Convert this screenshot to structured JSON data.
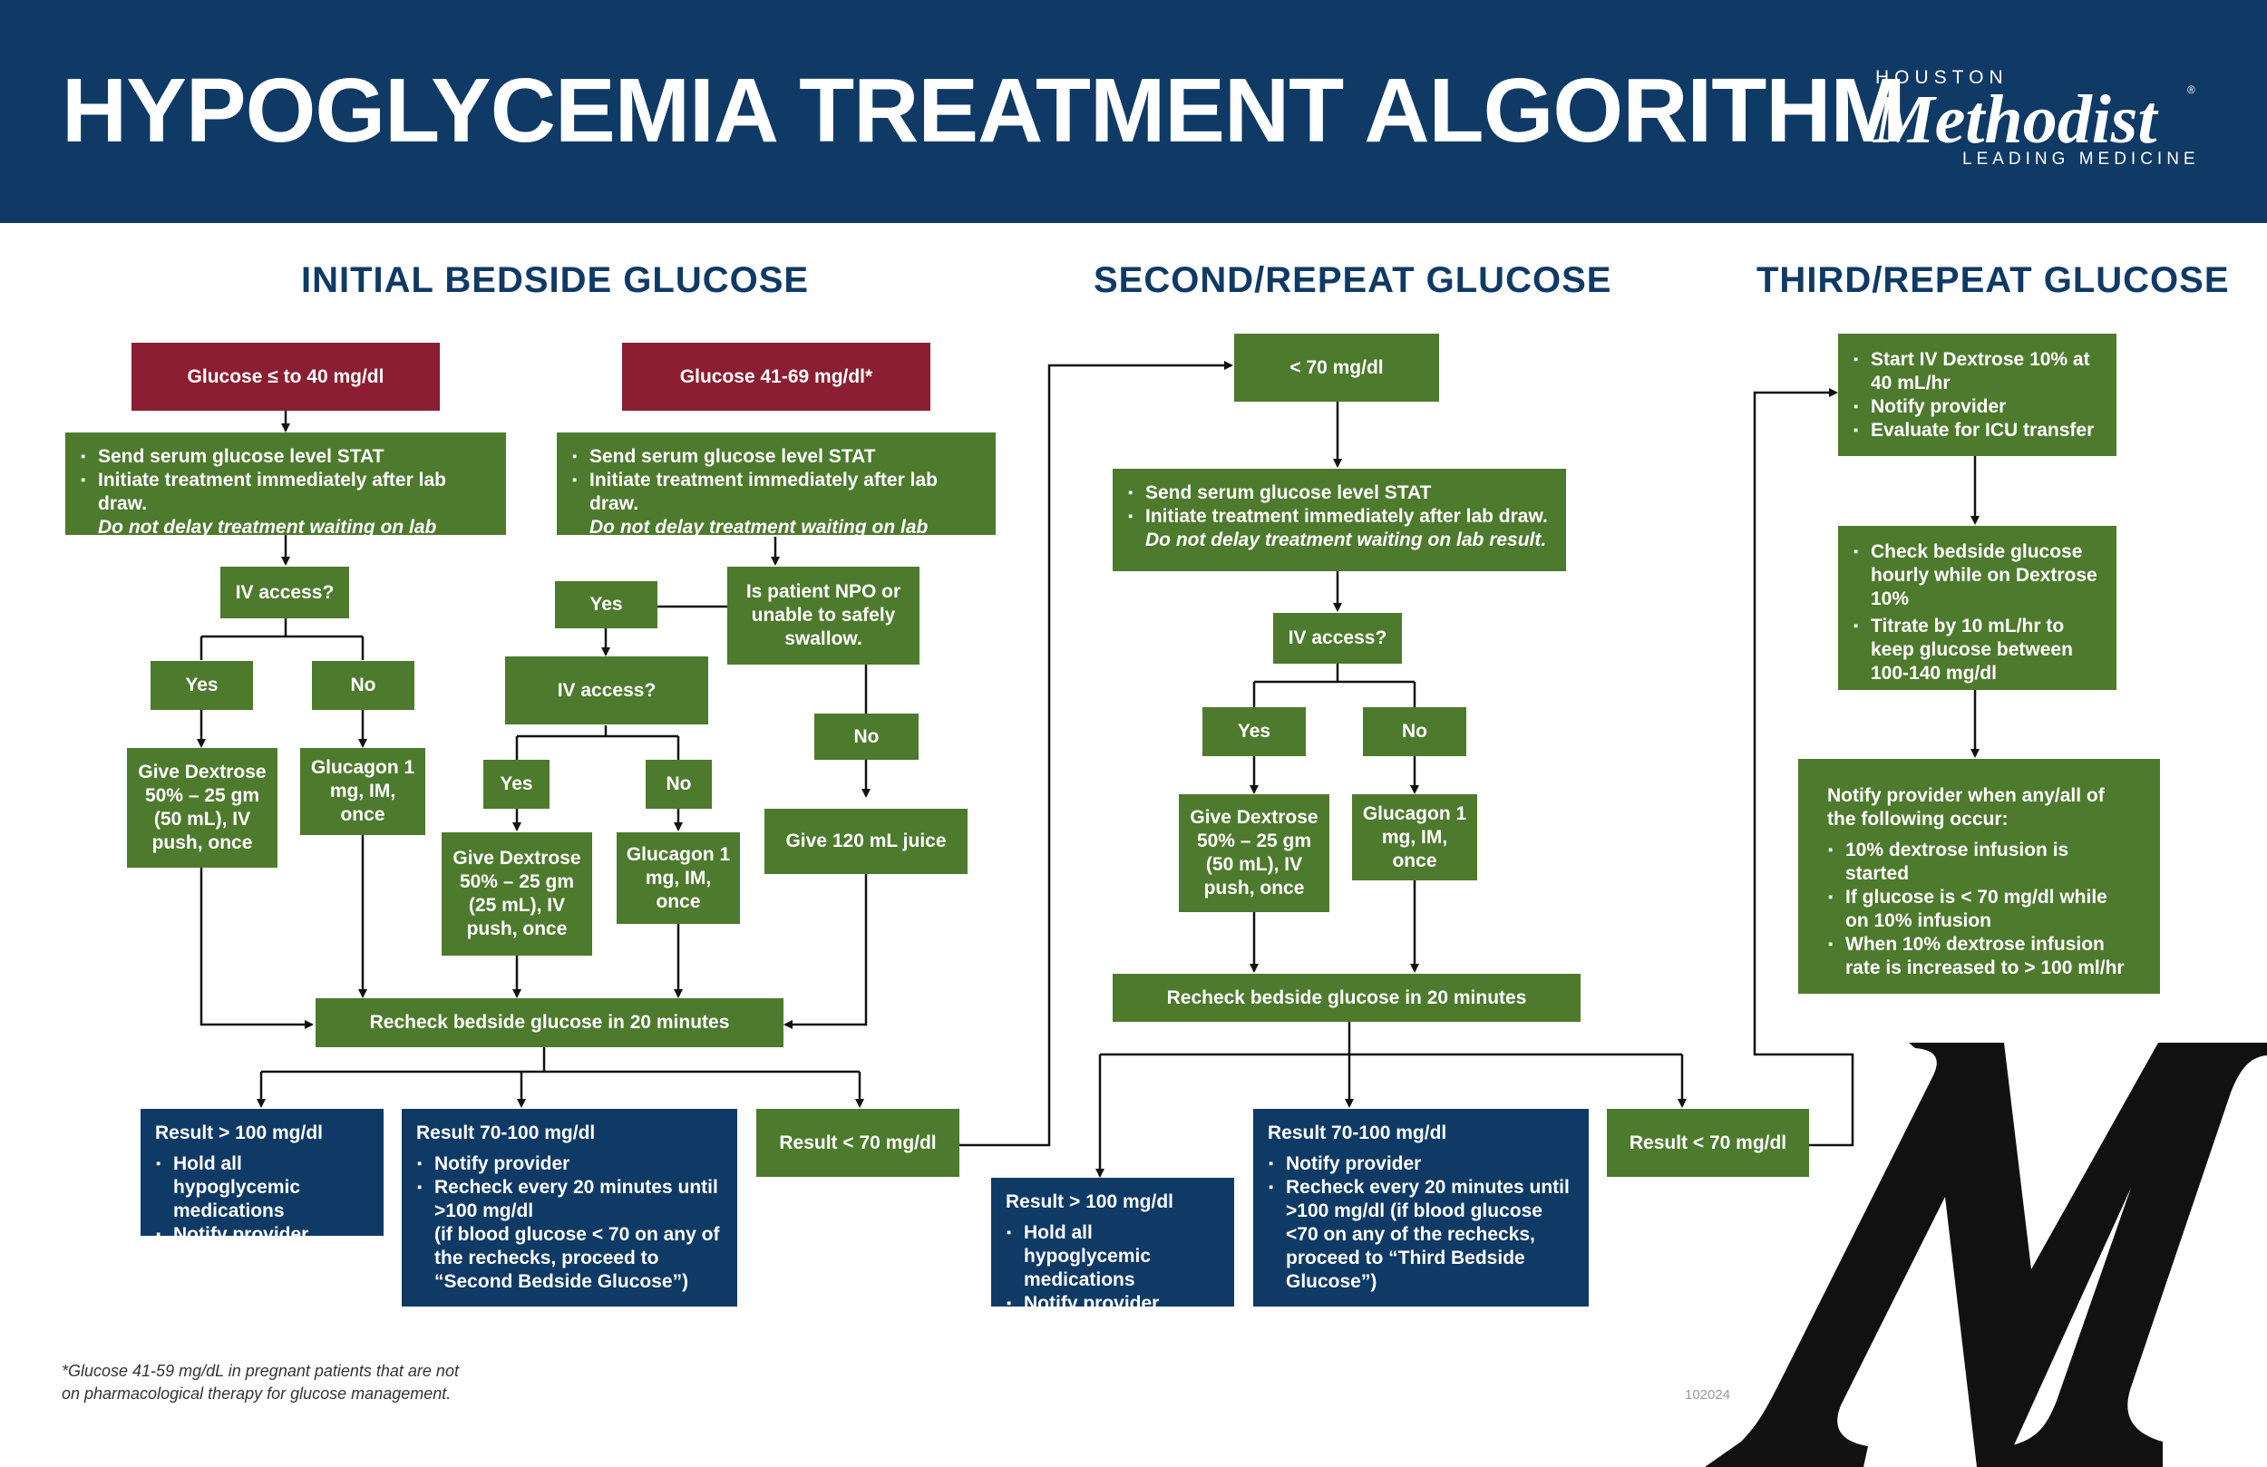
{
  "title": "HYPOGLYCEMIA TREATMENT ALGORITHM",
  "logo": {
    "top": "HOUSTON",
    "name": "Methodist",
    "reg": "®",
    "bottom": "LEADING MEDICINE"
  },
  "sections": [
    "INITIAL BEDSIDE GLUCOSE",
    "SECOND/REPEAT GLUCOSE",
    "THIRD/REPEAT GLUCOSE"
  ],
  "initial": {
    "g40": "Glucose ≤ to 40 mg/dl",
    "g4169": "Glucose 41-69 mg/dl*",
    "stat1": [
      "Send serum glucose level STAT",
      "Initiate treatment immediately after lab draw."
    ],
    "stat1_note": "Do not delay treatment waiting on lab result.",
    "stat2": [
      "Send serum glucose level STAT",
      "Initiate treatment immediately after lab draw."
    ],
    "stat2_note": "Do not delay treatment waiting on lab result.",
    "iv1": "IV access?",
    "yes1": "Yes",
    "no1": "No",
    "dex1": "Give Dextrose 50% – 25 gm (50 mL), IV push, once",
    "gluc1": "Glucagon 1 mg, IM, once",
    "yes_npo": "Yes",
    "npo": "Is patient NPO or unable to safely swallow.",
    "iv2": "IV access?",
    "no_npo": "No",
    "yes2": "Yes",
    "no2": "No",
    "dex2": "Give Dextrose 50% – 25 gm (25 mL), IV push, once",
    "gluc2": "Glucagon 1 mg, IM, once",
    "juice": "Give 120 mL juice",
    "recheck": "Recheck bedside glucose in 20 minutes",
    "res100_head": "Result > 100 mg/dl",
    "res100": [
      "Hold all hypoglycemic medications",
      "Notify provider"
    ],
    "res70_head": "Result 70-100 mg/dl",
    "res70": [
      "Notify provider",
      "Recheck every 20 minutes until >100 mg/dl"
    ],
    "res70_note": "(if blood glucose < 70 on any of the rechecks, proceed to “Second Bedside Glucose”)",
    "reslt70": "Result < 70 mg/dl"
  },
  "second": {
    "lt70": "< 70 mg/dl",
    "stat": [
      "Send serum glucose level STAT",
      "Initiate treatment immediately after lab draw."
    ],
    "stat_note": "Do not delay treatment waiting on lab result.",
    "iv": "IV access?",
    "yes": "Yes",
    "no": "No",
    "dex": "Give Dextrose 50% – 25 gm (50 mL), IV push, once",
    "gluc": "Glucagon 1 mg, IM, once",
    "recheck": "Recheck bedside glucose in 20 minutes",
    "res100_head": "Result > 100 mg/dl",
    "res100": [
      "Hold all hypoglycemic medications",
      "Notify provider"
    ],
    "res70_head": "Result 70-100 mg/dl",
    "res70": [
      "Notify provider",
      "Recheck every 20 minutes until >100 mg/dl (if blood glucose <70 on any of the rechecks, proceed to “Third Bedside Glucose”)"
    ],
    "reslt70": "Result < 70 mg/dl"
  },
  "third": {
    "start": [
      "Start IV Dextrose 10% at 40 mL/hr",
      "Notify provider",
      "Evaluate for ICU transfer"
    ],
    "check": [
      "Check bedside glucose hourly while on Dextrose 10%",
      "Titrate by 10 mL/hr to keep glucose between 100-140 mg/dl"
    ],
    "notify_head": "Notify provider when any/all of the following occur:",
    "notify": [
      "10% dextrose infusion is started",
      "If glucose is < 70 mg/dl while on 10% infusion",
      "When 10% dextrose infusion rate is increased to > 100 ml/hr"
    ]
  },
  "footnote": [
    "*Glucose 41-59 mg/dL in pregnant patients that are not",
    "on pharmacological therapy for glucose management."
  ],
  "code": "102024",
  "colors": {
    "navy": "#0f3a66",
    "green": "#4e7a2e",
    "red": "#8b1e32"
  }
}
